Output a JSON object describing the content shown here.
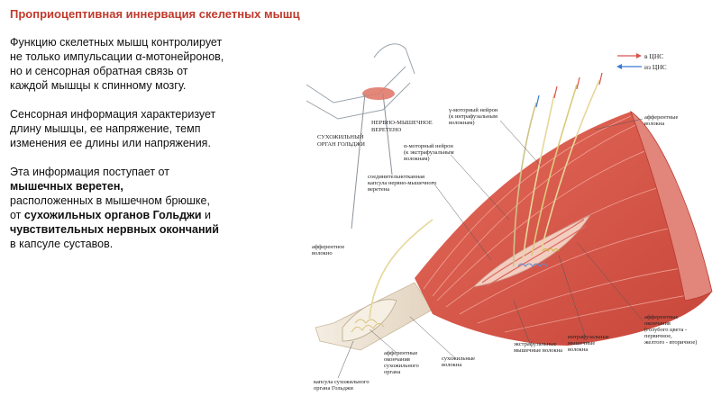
{
  "title": "Проприоцептивная иннервация скелетных мышц",
  "paragraphs": {
    "p1": {
      "lines": [
        "Функцию скелетных мышц контролирует",
        "не только импульсации α-мотонейронов,",
        "но и сенсорная обратная связь от",
        "каждой мышцы к спинному мозгу."
      ]
    },
    "p2": {
      "lines": [
        "Сенсорная информация характеризует",
        "длину мышцы, ее напряжение, темп",
        "изменения ее длины или напряжения."
      ]
    },
    "p3": {
      "l1": "Эта информация поступает от",
      "l2_bold": "мышечных веретен,",
      "l3": " расположенных в мышечном брюшке,",
      "l4_pre": "от ",
      "l4_bold": "сухожильных органов Гольджи",
      "l4_post": " и",
      "l5_bold": "чувствительных нервных окончаний",
      "l6": "в капсуле суставов."
    }
  },
  "diagram": {
    "legend": {
      "to_cns": "в ЦНС",
      "from_cns": "из ЦНС",
      "to_color": "#d9534f",
      "from_color": "#3a7bd5"
    },
    "labels": {
      "golgi_organ": [
        "СУХОЖИЛЬНЫЙ",
        "ОРГАН ГОЛЬДЖИ"
      ],
      "spindle": [
        "НЕРВНО-МЫШЕЧНОЕ",
        "ВЕРЕТЕНО"
      ],
      "gamma": [
        "γ-моторный нейрон",
        "(к интрафузальным",
        "волокнам)"
      ],
      "alpha": [
        "α-моторный нейрон",
        "(к экстрафузальным",
        "волокнам)"
      ],
      "afferent_fibers": [
        "афферентные",
        "волокна"
      ],
      "capsule": [
        "соединительнотканная",
        "капсула нервно-мышечного",
        "веретена"
      ],
      "afferent_fiber": [
        "афферентное",
        "волокно"
      ],
      "afferent_endings": [
        "афферентные",
        "окончания",
        "(голубого цвета -",
        "первичное,",
        "желтого - вторичное)"
      ],
      "intrafusal": [
        "интрафузальные",
        "мышечные",
        "волокна"
      ],
      "extrafusal": [
        "экстрафузальные",
        "мышечные волокна"
      ],
      "tendon_fibers": [
        "сухожильные",
        "волокна"
      ],
      "golgi_endings": [
        "афферентные",
        "окончания",
        "сухожильного",
        "органа"
      ],
      "golgi_capsule": [
        "капсула сухожильного",
        "органа Гольджи"
      ]
    },
    "colors": {
      "muscle": "#d9584a",
      "muscle_dark": "#b83a30",
      "tendon": "#efe6d8",
      "nerve": "#e8dca0",
      "spindle": "#f1c8b8"
    }
  }
}
